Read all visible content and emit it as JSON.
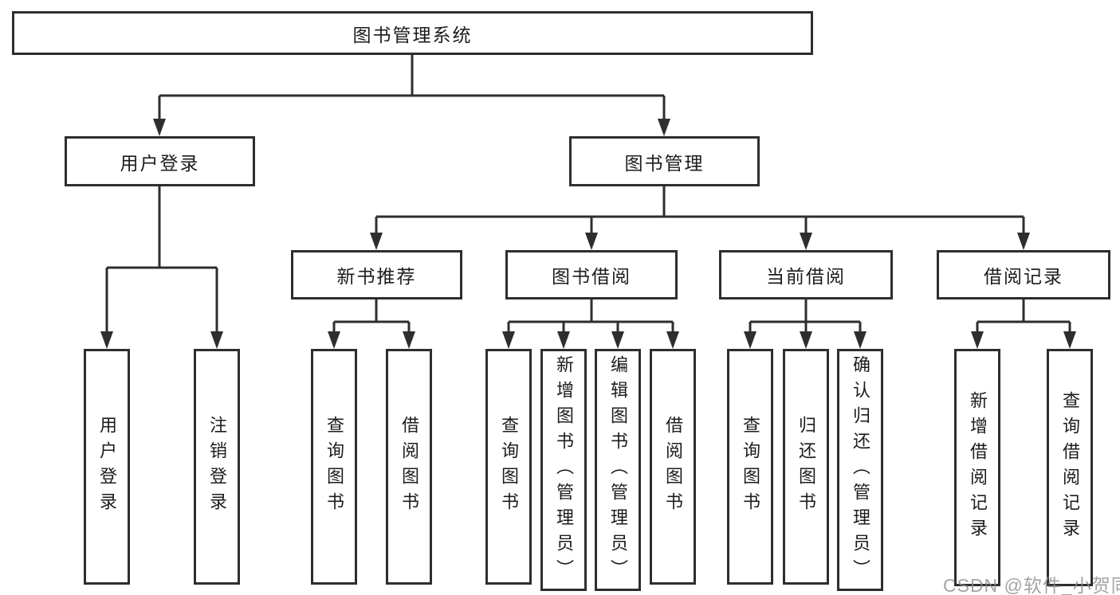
{
  "nodes": {
    "root": "图书管理系统",
    "user_login": "用户登录",
    "book_mgmt": "图书管理",
    "new_books": "新书推荐",
    "book_borrow": "图书借阅",
    "current_borrow": "当前借阅",
    "borrow_records": "借阅记录"
  },
  "leaves": {
    "user_login": [
      "用户登录",
      "注销登录"
    ],
    "new_books": [
      "查询图书",
      "借阅图书"
    ],
    "book_borrow": [
      "查询图书",
      "新增图书（管理员）",
      "编辑图书（管理员）",
      "借阅图书"
    ],
    "current_borrow": [
      "查询图书",
      "归还图书",
      "确认归还（管理员）"
    ],
    "borrow_records": [
      "新增借阅记录",
      "查询借阅记录"
    ]
  },
  "watermark": "CSDN @软件_小贺同学",
  "colors": {
    "line": "#2e2e2e",
    "text": "#1c1c1c",
    "watermark": "#8c8c8c",
    "background": "#ffffff"
  }
}
